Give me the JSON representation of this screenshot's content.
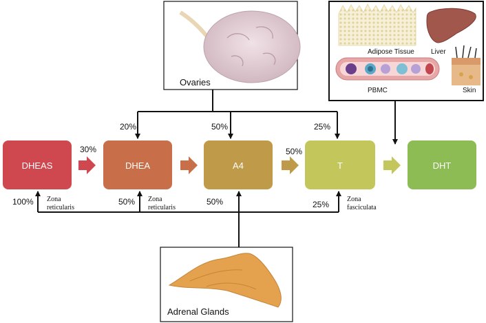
{
  "sources": {
    "ovaries": "Ovaries",
    "adrenal": "Adrenal Glands",
    "peripheral": {
      "adipose": "Adipose Tissue",
      "liver": "Liver",
      "pbmc": "PBMC",
      "skin": "Skin"
    }
  },
  "steroids": [
    {
      "label": "DHEAS",
      "color": "#d0484f"
    },
    {
      "label": "DHEA",
      "color": "#c86e48"
    },
    {
      "label": "A4",
      "color": "#bf9a49"
    },
    {
      "label": "T",
      "color": "#c3c65a"
    },
    {
      "label": "DHT",
      "color": "#8dbb54"
    }
  ],
  "percentages": {
    "dheas_to_dhea": "30%",
    "ovary_dhea": "20%",
    "ovary_a4": "50%",
    "ovary_t": "25%",
    "dhea_to_t": "50%",
    "adrenal_dheas": "100%",
    "adrenal_dhea": "50%",
    "adrenal_a4": "50%",
    "adrenal_t": "25%"
  },
  "zones": {
    "reticularis_1a": "Zona",
    "reticularis_1b": "reticularis",
    "reticularis_2a": "Zona",
    "reticularis_2b": "reticularis",
    "fasciculata_a": "Zona",
    "fasciculata_b": "fasciculata"
  }
}
